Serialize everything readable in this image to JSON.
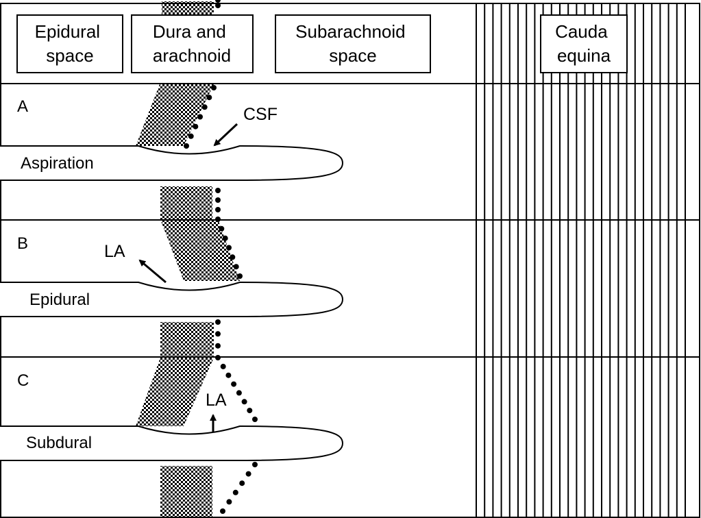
{
  "header": {
    "epidural": [
      "Epidural",
      "space"
    ],
    "dura": [
      "Dura and",
      "arachnoid"
    ],
    "subarachnoid": [
      "Subarachnoid",
      "space"
    ],
    "cauda": [
      "Cauda",
      "equina"
    ]
  },
  "panels": [
    {
      "letter": "A",
      "needle_label": "Aspiration",
      "annotation": "CSF"
    },
    {
      "letter": "B",
      "needle_label": "Epidural",
      "annotation": "LA"
    },
    {
      "letter": "C",
      "needle_label": "Subdural",
      "annotation": "LA"
    }
  ]
}
